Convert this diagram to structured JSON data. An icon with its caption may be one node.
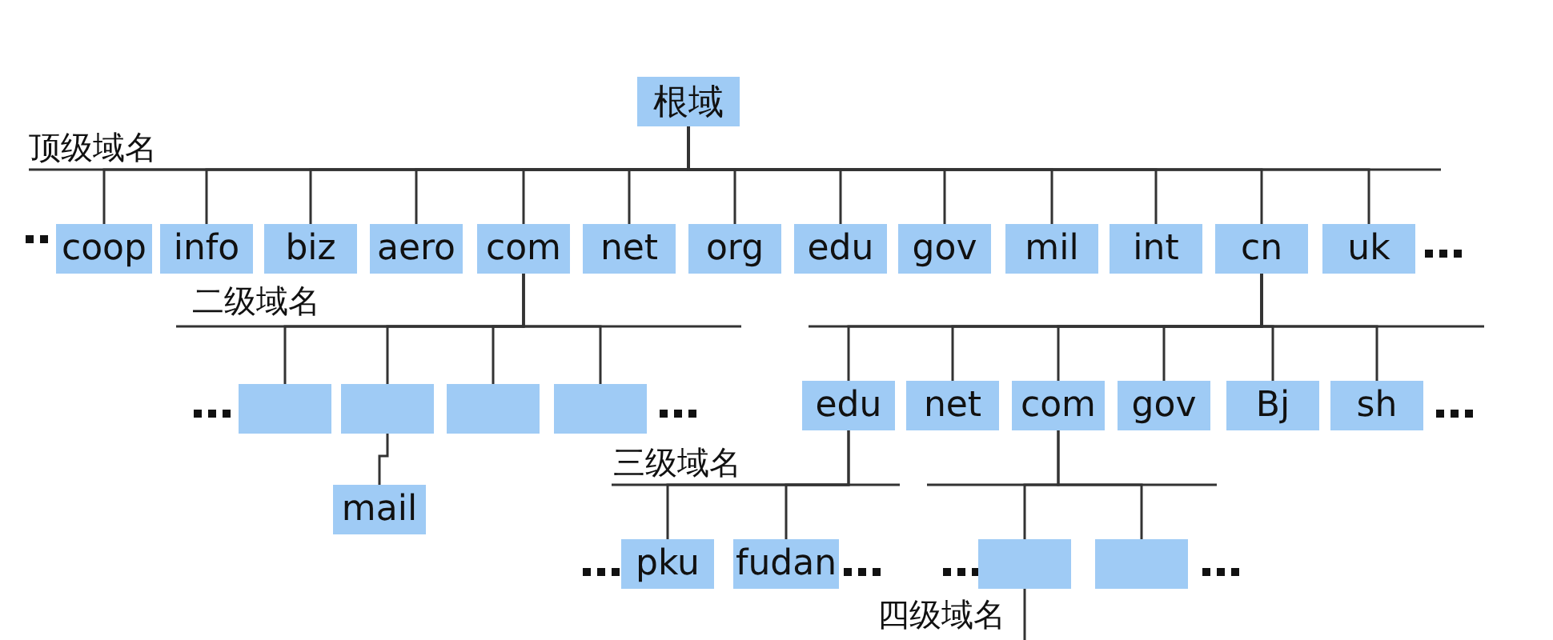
{
  "diagram": {
    "nodes": [
      {
        "text": [
          "根域"
        ]
      },
      {
        "text": [
          "coop"
        ]
      },
      {
        "text": [
          "info"
        ]
      },
      {
        "text": [
          "biz"
        ]
      },
      {
        "text": [
          "aero"
        ]
      },
      {
        "text": [
          "com"
        ]
      },
      {
        "text": [
          "net"
        ]
      },
      {
        "text": [
          "org"
        ]
      },
      {
        "text": [
          "edu"
        ]
      },
      {
        "text": [
          "gov"
        ]
      },
      {
        "text": [
          "mil"
        ]
      },
      {
        "text": [
          "int"
        ]
      },
      {
        "text": [
          "cn"
        ]
      },
      {
        "text": [
          "uk"
        ]
      },
      {
        "text": [],
        "shape": "box"
      },
      {
        "text": [],
        "shape": "box"
      },
      {
        "text": [],
        "shape": "box"
      },
      {
        "text": [],
        "shape": "box"
      },
      {
        "text": [
          "mail"
        ]
      },
      {
        "text": [
          "edu"
        ]
      },
      {
        "text": [
          "net"
        ]
      },
      {
        "text": [
          "com"
        ]
      },
      {
        "text": [
          "gov"
        ]
      },
      {
        "text": [
          "Bj"
        ]
      },
      {
        "text": [
          "sh"
        ]
      },
      {
        "text": [
          "pku"
        ]
      },
      {
        "text": [
          "fudan"
        ]
      },
      {
        "text": [],
        "shape": "box"
      },
      {
        "text": [],
        "shape": "box"
      }
    ],
    "edges": [
      {
        "from": 0,
        "to": 1,
        "arrow": "none"
      },
      {
        "from": 0,
        "to": 2,
        "arrow": "none"
      },
      {
        "from": 0,
        "to": 3,
        "arrow": "none"
      },
      {
        "from": 0,
        "to": 4,
        "arrow": "none"
      },
      {
        "from": 0,
        "to": 5,
        "arrow": "none"
      },
      {
        "from": 0,
        "to": 6,
        "arrow": "none"
      },
      {
        "from": 0,
        "to": 7,
        "arrow": "none"
      },
      {
        "from": 0,
        "to": 8,
        "arrow": "none"
      },
      {
        "from": 0,
        "to": 9,
        "arrow": "none"
      },
      {
        "from": 0,
        "to": 10,
        "arrow": "none"
      },
      {
        "from": 0,
        "to": 11,
        "arrow": "none"
      },
      {
        "from": 0,
        "to": 12,
        "arrow": "none"
      },
      {
        "from": 0,
        "to": 13,
        "arrow": "none"
      },
      {
        "from": 5,
        "to": 14,
        "arrow": "none"
      },
      {
        "from": 5,
        "to": 15,
        "arrow": "none"
      },
      {
        "from": 5,
        "to": 16,
        "arrow": "none"
      },
      {
        "from": 5,
        "to": 17,
        "arrow": "none"
      },
      {
        "from": 15,
        "to": 18,
        "arrow": "none"
      },
      {
        "from": 12,
        "to": 19,
        "arrow": "none"
      },
      {
        "from": 12,
        "to": 20,
        "arrow": "none"
      },
      {
        "from": 12,
        "to": 21,
        "arrow": "none"
      },
      {
        "from": 12,
        "to": 22,
        "arrow": "none"
      },
      {
        "from": 12,
        "to": 23,
        "arrow": "none"
      },
      {
        "from": 12,
        "to": 24,
        "arrow": "none"
      },
      {
        "from": 19,
        "to": 25,
        "arrow": "none"
      },
      {
        "from": 19,
        "to": 26,
        "arrow": "none"
      },
      {
        "from": 21,
        "to": 27,
        "arrow": "none"
      },
      {
        "from": 21,
        "to": 28,
        "arrow": "none"
      }
    ],
    "labels": [
      "顶级域名",
      "二级域名",
      "三级域名",
      "四级域名"
    ]
  }
}
